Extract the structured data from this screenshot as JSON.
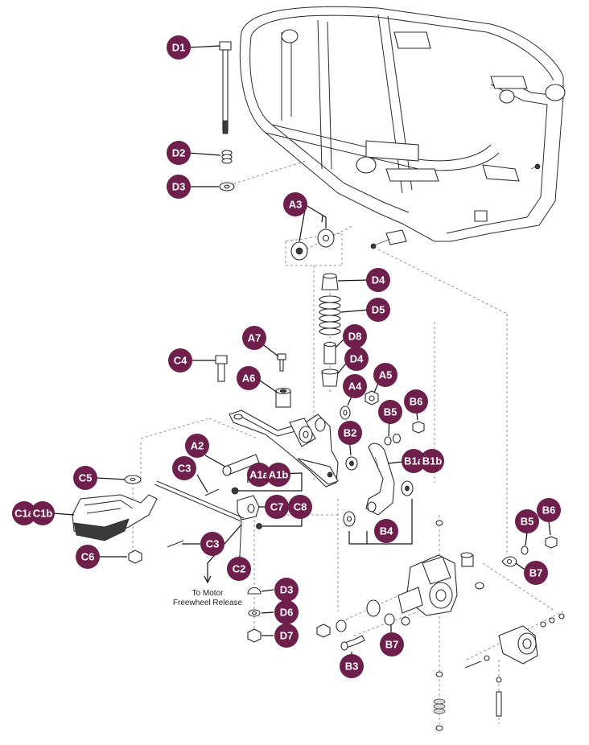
{
  "labels": {
    "D1": "D1",
    "D2": "D2",
    "D3": "D3",
    "A3": "A3",
    "D4": "D4",
    "D5": "D5",
    "A7": "A7",
    "C4": "C4",
    "D8": "D8",
    "A6": "A6",
    "A5": "A5",
    "A4": "A4",
    "B6": "B6",
    "B5": "B5",
    "B2": "B2",
    "A2": "A2",
    "B1a": "B1a",
    "B1b": "B1b",
    "C3": "C3",
    "C5": "C5",
    "A1a": "A1a",
    "A1b": "A1b",
    "C7": "C7",
    "C8": "C8",
    "C1a": "C1a",
    "C1b": "C1b",
    "B4": "B4",
    "C6": "C6",
    "C2": "C2",
    "B7": "B7",
    "D6": "D6",
    "D7": "D7",
    "B3": "B3"
  },
  "note": {
    "line1": "To Motor",
    "line2": "Freewheel Release"
  }
}
